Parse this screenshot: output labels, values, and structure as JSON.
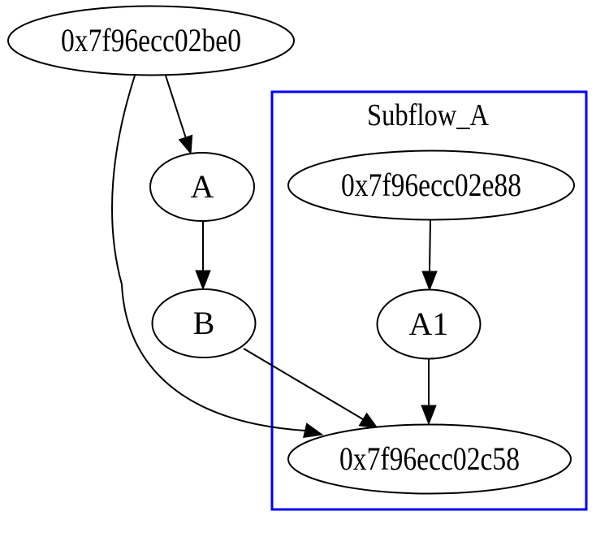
{
  "diagram": {
    "type": "directed-graph",
    "background_color": "#ffffff",
    "edge_color": "#000000",
    "node_style": {
      "shape": "ellipse",
      "fill": "#ffffff",
      "border_color": "#000000",
      "text_color": "#000000"
    },
    "cluster": {
      "label": "Subflow_A",
      "border_color": "#0000ff"
    },
    "nodes": {
      "be0": {
        "label": "0x7f96ecc02be0"
      },
      "a": {
        "label": "A"
      },
      "b": {
        "label": "B"
      },
      "e88": {
        "label": "0x7f96ecc02e88",
        "cluster": "Subflow_A"
      },
      "a1": {
        "label": "A1",
        "cluster": "Subflow_A"
      },
      "c58": {
        "label": "0x7f96ecc02c58",
        "cluster": "Subflow_A"
      }
    },
    "edges": [
      {
        "from": "0x7f96ecc02be0",
        "to": "A"
      },
      {
        "from": "0x7f96ecc02be0",
        "to": "0x7f96ecc02c58"
      },
      {
        "from": "A",
        "to": "B"
      },
      {
        "from": "B",
        "to": "0x7f96ecc02c58"
      },
      {
        "from": "0x7f96ecc02e88",
        "to": "A1"
      },
      {
        "from": "A1",
        "to": "0x7f96ecc02c58"
      }
    ]
  }
}
